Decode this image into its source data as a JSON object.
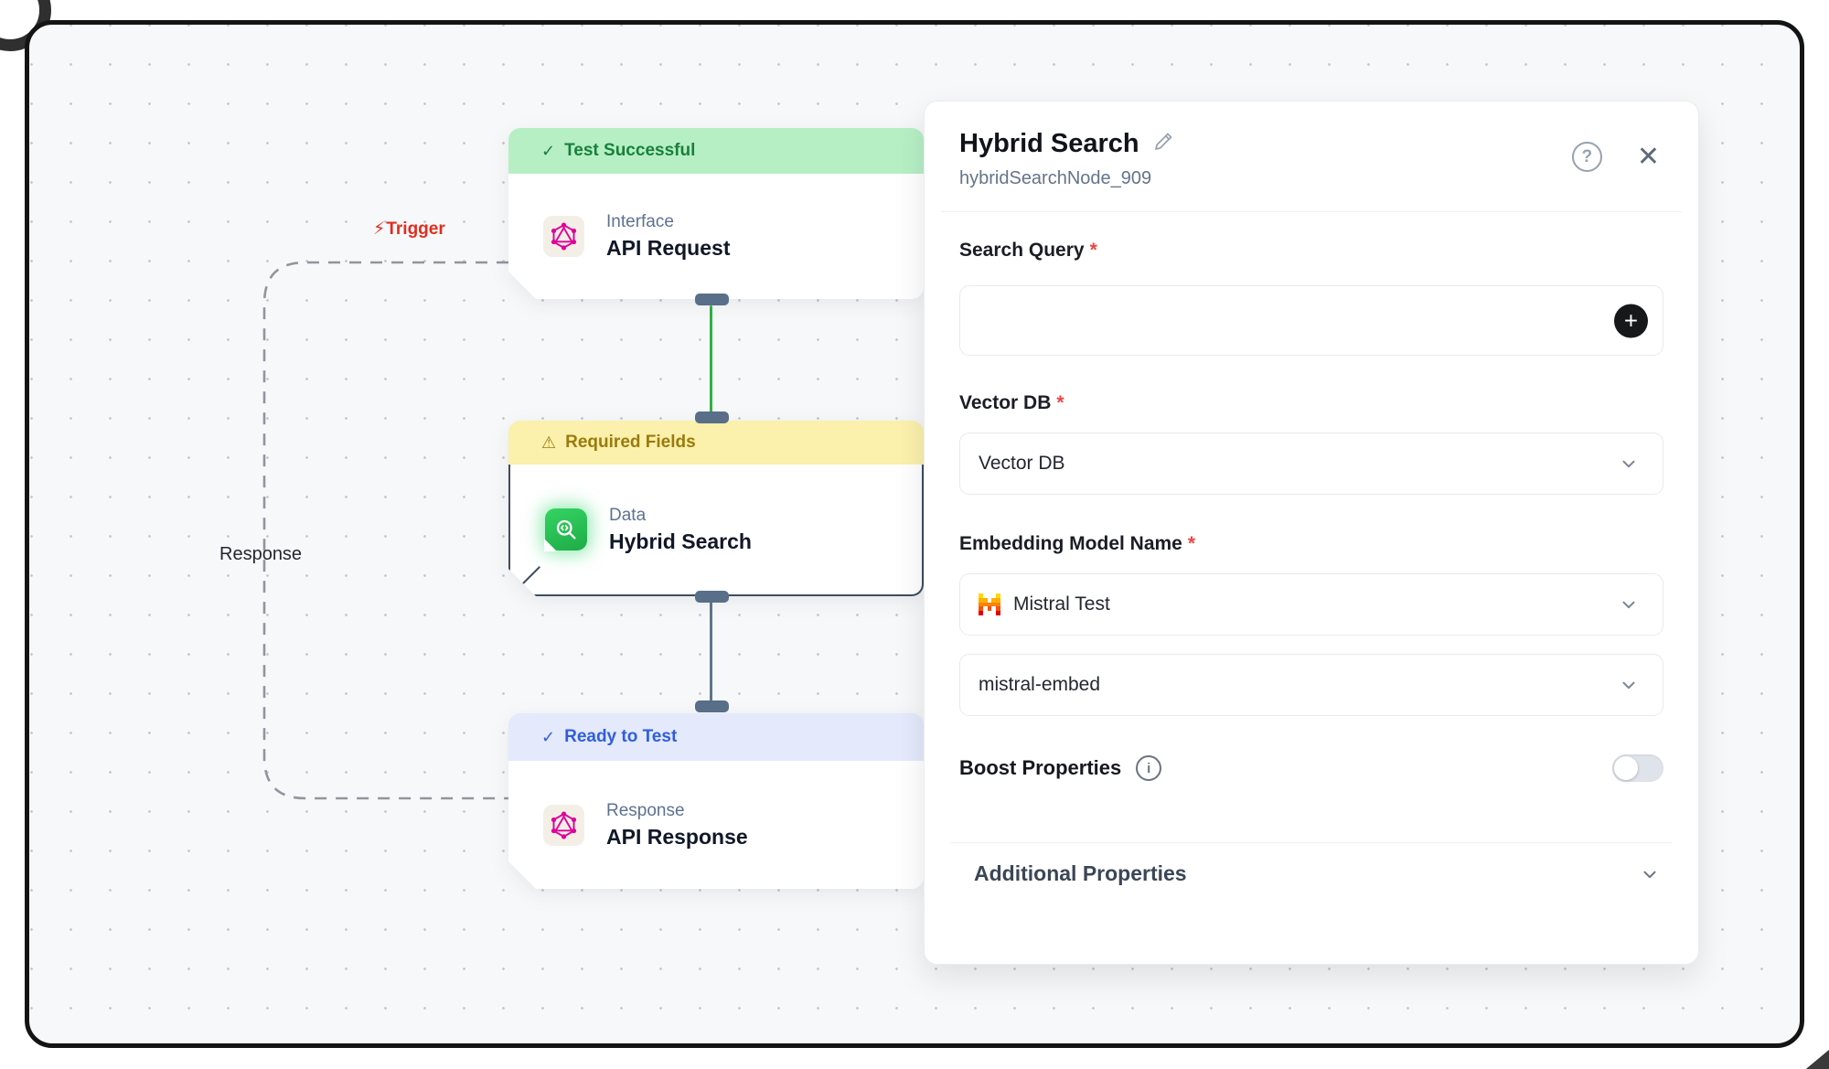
{
  "canvas": {
    "trigger": {
      "icon": "⚡",
      "label": "Trigger"
    },
    "response_edge_label": "Response",
    "nodes": [
      {
        "status_icon": "✓",
        "status_label": "Test Successful",
        "category": "Interface",
        "title": "API Request",
        "icon": "graphql-icon"
      },
      {
        "status_icon": "⚠",
        "status_label": "Required Fields",
        "category": "Data",
        "title": "Hybrid Search",
        "icon": "search-code-icon"
      },
      {
        "status_icon": "✓",
        "status_label": "Ready to Test",
        "category": "Response",
        "title": "API Response",
        "icon": "graphql-icon"
      }
    ]
  },
  "panel": {
    "title": "Hybrid Search",
    "node_id": "hybridSearchNode_909",
    "icons": {
      "help": "?",
      "close": "✕",
      "plus": "+",
      "info": "i"
    },
    "required_marker": "*",
    "fields": {
      "search_query": {
        "label": "Search Query",
        "value": "",
        "placeholder": ""
      },
      "vector_db": {
        "label": "Vector DB",
        "value": "Vector DB"
      },
      "embedding_model": {
        "label": "Embedding Model Name",
        "provider": "Mistral Test",
        "model": "mistral-embed"
      },
      "boost": {
        "label": "Boost Properties",
        "enabled": false
      },
      "additional": {
        "label": "Additional Properties"
      }
    }
  },
  "colors": {
    "status_success_bg": "#b7efc4",
    "status_success_text": "#17813c",
    "status_warning_bg": "#fbf0ac",
    "status_warning_text": "#9a7b0c",
    "status_ready_bg": "#e4e9fb",
    "status_ready_text": "#2e5ee0",
    "edge_success": "#2eb344",
    "edge_default": "#5d7590",
    "trigger_red": "#e02d20",
    "graphql_pink": "#e10098",
    "node_icon_green": "#22c55e",
    "required_red": "#ef4444"
  }
}
